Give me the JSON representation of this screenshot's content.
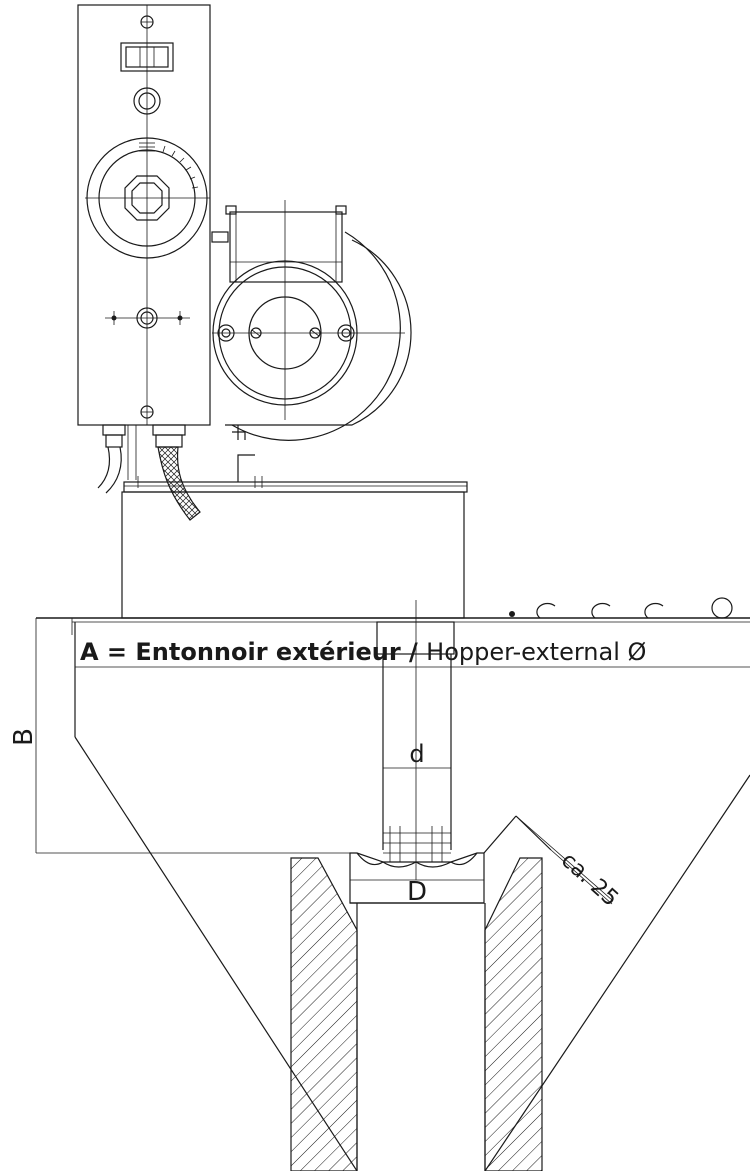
{
  "labels": {
    "a_bold": "A = Entonnoir extérieur",
    "a_sep": " / ",
    "a_rest": "Hopper-external Ø",
    "b": "B",
    "d_small": "d",
    "d_big": "D",
    "ca": "ca. 25"
  },
  "colors": {
    "stroke": "#1a1a1a",
    "background": "#ffffff"
  }
}
